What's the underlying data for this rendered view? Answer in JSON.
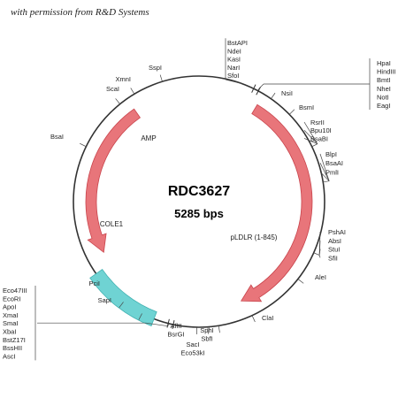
{
  "credit": "with permission from R&D Systems",
  "plasmid": {
    "name": "RDC3627",
    "size": "5285 bps",
    "colors": {
      "backbone": "#333333",
      "cds": "#e8757a",
      "cds_stroke": "#c9444c",
      "ori": "#6fd3d3",
      "ori_stroke": "#3fb0b0"
    }
  },
  "features": [
    {
      "name": "AMP",
      "type": "cds",
      "start_angle": -35,
      "end_angle": -118
    },
    {
      "name": "pLDLR (1-845)",
      "type": "cds",
      "start_angle": 31,
      "end_angle": 157
    },
    {
      "name": "COLE1",
      "type": "ori",
      "start_angle": -159,
      "end_angle": -125
    }
  ],
  "site_groups": [
    {
      "names": [
        "BstAPI",
        "NdeI",
        "KasI",
        "NarI",
        "SfoI"
      ]
    },
    {
      "names": [
        "HpaI",
        "HindIII",
        "BmtI",
        "NheI",
        "NotI",
        "EagI"
      ]
    },
    {
      "names": [
        "NsiI"
      ]
    },
    {
      "names": [
        "BsmI"
      ]
    },
    {
      "names": [
        "RsrII",
        "Bpu10I",
        "BsaBI"
      ]
    },
    {
      "names": [
        "BlpI",
        "BsaAI",
        "PmlI"
      ]
    },
    {
      "names": [
        "PshAI",
        "AbsI",
        "StuI",
        "SfiI"
      ]
    },
    {
      "names": [
        "AleI"
      ]
    },
    {
      "names": [
        "ClaI"
      ]
    },
    {
      "names": [
        "SphI",
        "SbfI"
      ]
    },
    {
      "names": [
        "SacI",
        "Eco53kI"
      ]
    },
    {
      "names": [
        "AflII",
        "BsrGI"
      ]
    },
    {
      "names": [
        "Eco47III",
        "EcoRI",
        "ApoI",
        "XmaI",
        "SmaI",
        "XbaI",
        "BstZ17I",
        "BssHII",
        "AscI"
      ]
    },
    {
      "names": [
        "SapI"
      ]
    },
    {
      "names": [
        "PciI"
      ]
    },
    {
      "names": [
        "BsaI"
      ]
    },
    {
      "names": [
        "ScaI"
      ]
    },
    {
      "names": [
        "XmnI"
      ]
    },
    {
      "names": [
        "SspI"
      ]
    }
  ]
}
